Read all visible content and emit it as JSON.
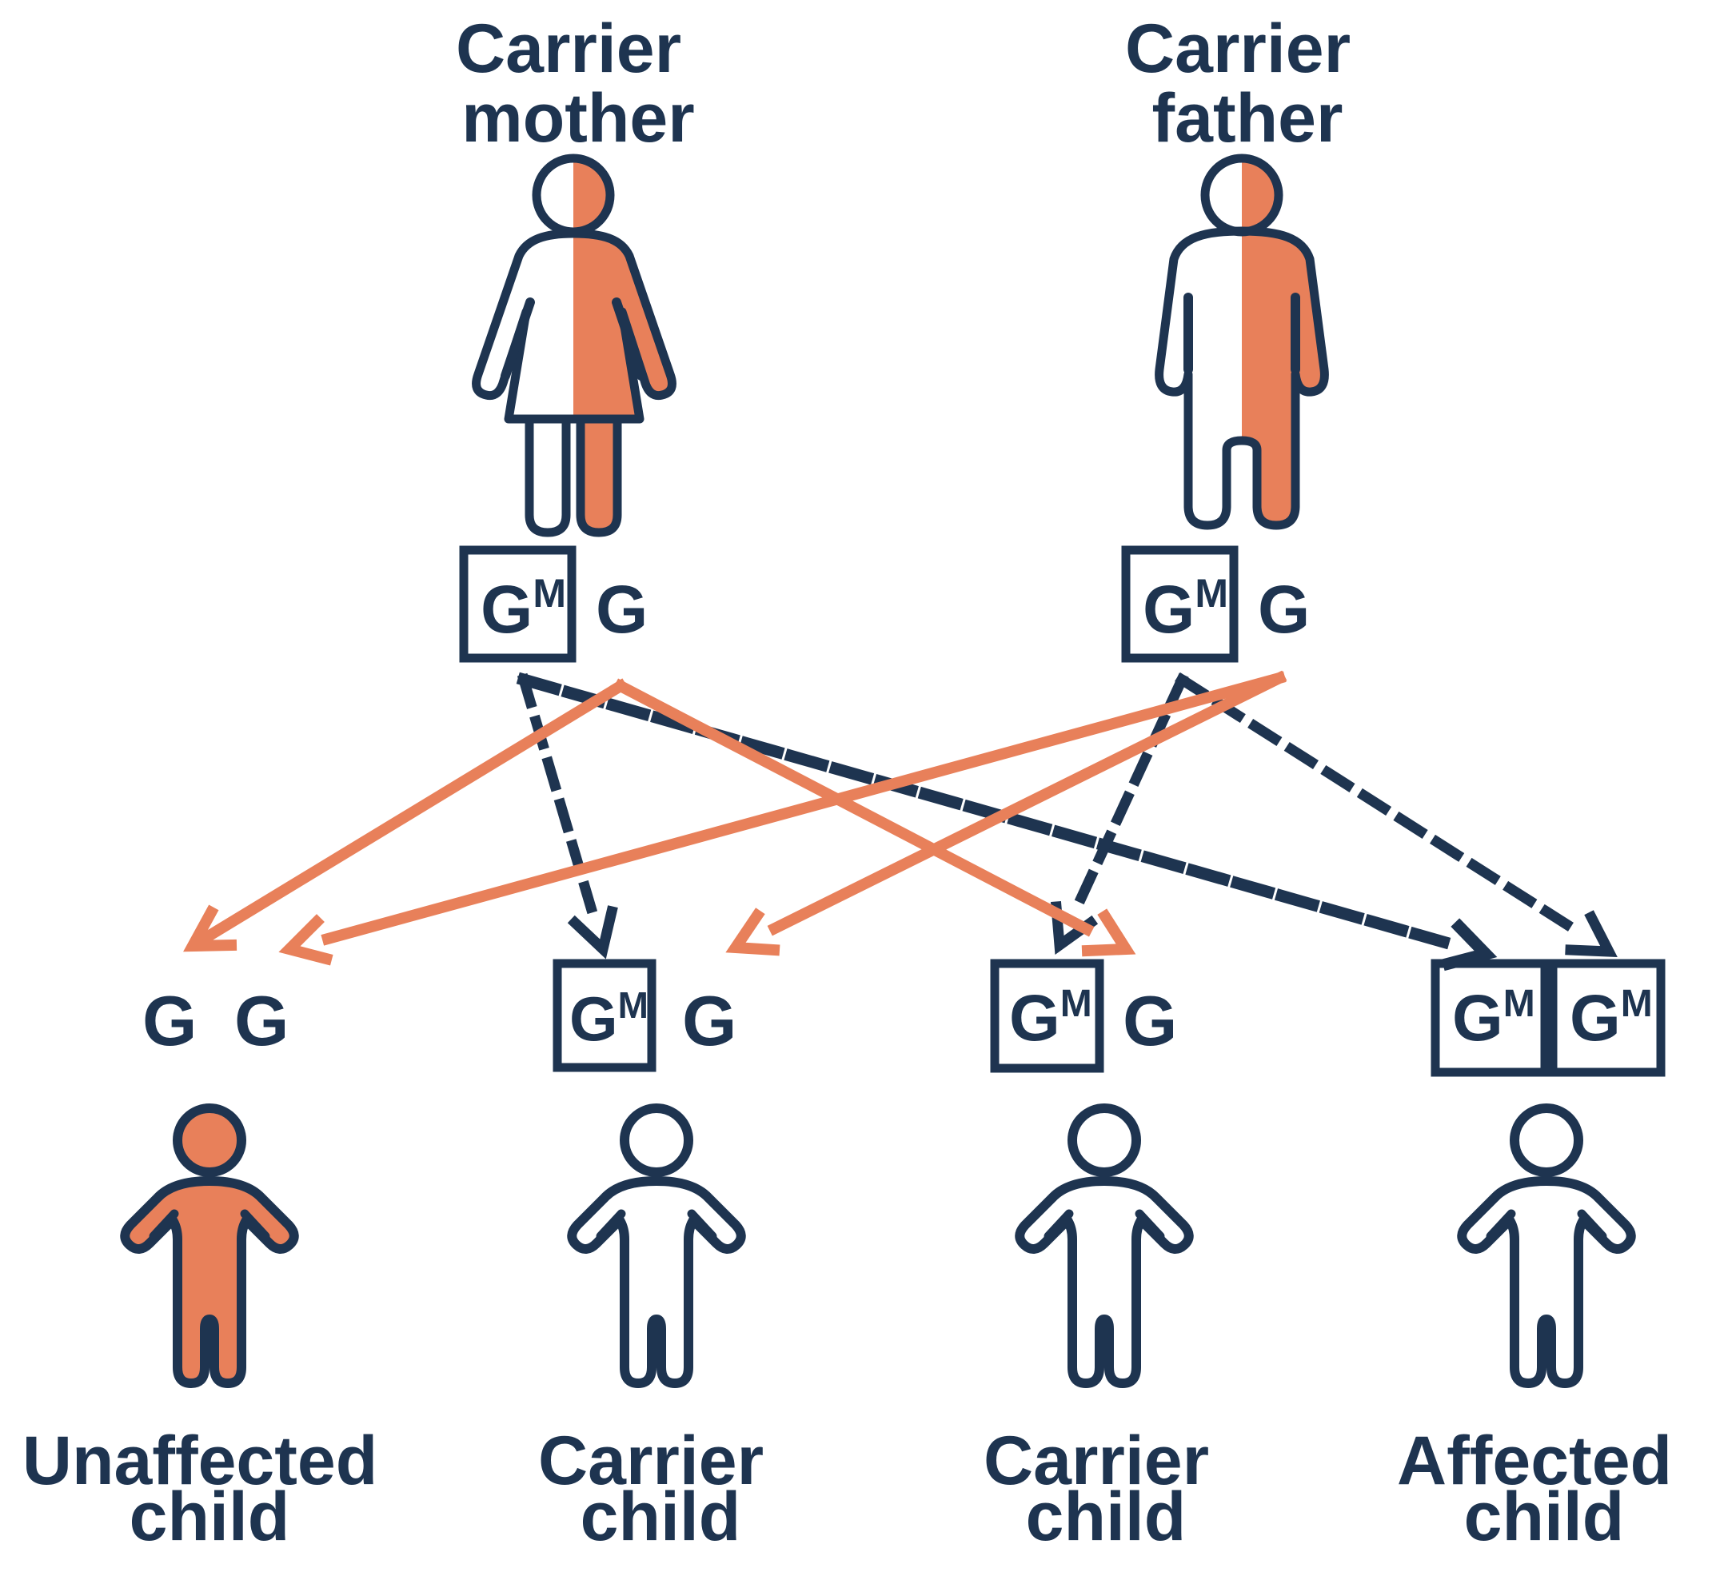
{
  "colors": {
    "navy": "#1E3450",
    "orange": "#E8805A",
    "background": "#FFFFFF"
  },
  "parents": {
    "mother": {
      "label1": "Carrier",
      "label2": "mother",
      "box_base": "G",
      "box_sup": "M",
      "free_allele": "G"
    },
    "father": {
      "label1": "Carrier",
      "label2": "father",
      "box_base": "G",
      "box_sup": "M",
      "free_allele": "G"
    }
  },
  "children": [
    {
      "id": "unaffected-child",
      "label1": "Unaffected",
      "label2": "child",
      "allele1": "G",
      "allele2": "G",
      "figure_fill": "full-orange"
    },
    {
      "id": "carrier-child-1",
      "label1": "Carrier",
      "label2": "child",
      "allele1": "G",
      "allele1_sup": "M",
      "allele2": "G",
      "figure_fill": "half-orange"
    },
    {
      "id": "carrier-child-2",
      "label1": "Carrier",
      "label2": "child",
      "allele1": "G",
      "allele1_sup": "M",
      "allele2": "G",
      "figure_fill": "half-orange"
    },
    {
      "id": "affected-child",
      "label1": "Affected",
      "label2": "child",
      "allele1": "G",
      "allele1_sup": "M",
      "allele2": "G",
      "allele2_sup": "M",
      "figure_fill": "outline-only"
    }
  ],
  "arrows": [
    {
      "from": "mother-normal-allele-G",
      "to": "unaffected-child",
      "style": "solid-orange"
    },
    {
      "from": "mother-mutated-allele-GM",
      "to": "carrier-child-1",
      "style": "dashed-navy"
    },
    {
      "from": "mother-normal-allele-G",
      "to": "carrier-child-2",
      "style": "solid-orange"
    },
    {
      "from": "mother-mutated-allele-GM",
      "to": "affected-child",
      "style": "dashed-navy"
    },
    {
      "from": "father-normal-allele-G",
      "to": "unaffected-child",
      "style": "solid-orange"
    },
    {
      "from": "father-normal-allele-G",
      "to": "carrier-child-1",
      "style": "solid-orange"
    },
    {
      "from": "father-mutated-allele-GM",
      "to": "carrier-child-2",
      "style": "dashed-navy"
    },
    {
      "from": "father-mutated-allele-GM",
      "to": "affected-child",
      "style": "dashed-navy"
    }
  ]
}
